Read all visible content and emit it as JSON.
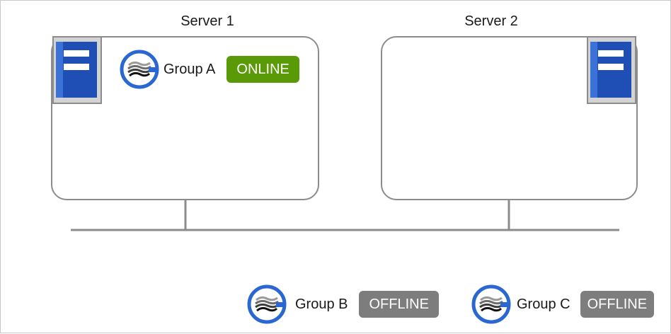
{
  "servers": [
    {
      "label": "Server 1"
    },
    {
      "label": "Server 2"
    }
  ],
  "groups": [
    {
      "name": "Group A",
      "status": "ONLINE"
    },
    {
      "name": "Group B",
      "status": "OFFLINE"
    },
    {
      "name": "Group C",
      "status": "OFFLINE"
    }
  ],
  "colors": {
    "online": "#5a9a07",
    "offline": "#7d7d7d",
    "server_blue": "#1f4fb4",
    "logo_blue": "#2a67d1"
  },
  "icons": {
    "server": "server-rack-icon",
    "group": "failover-group-logo-icon"
  }
}
